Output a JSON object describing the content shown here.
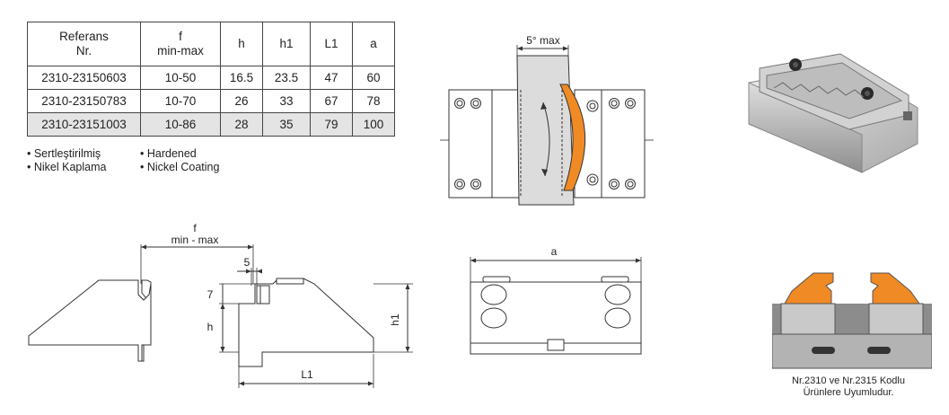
{
  "table": {
    "headers": [
      "Referans\nNr.",
      "f\nmin-max",
      "h",
      "h1",
      "L1",
      "a"
    ],
    "rows": [
      [
        "2310-23150603",
        "10-50",
        "16.5",
        "23.5",
        "47",
        "60"
      ],
      [
        "2310-23150783",
        "10-70",
        "26",
        "33",
        "67",
        "78"
      ],
      [
        "2310-23151003",
        "10-86",
        "28",
        "35",
        "79",
        "100"
      ]
    ]
  },
  "notes": {
    "tr": [
      "• Sertleştirilmiş",
      "• Nikel Kaplama"
    ],
    "en": [
      "• Hardened",
      "• Nickel Coating"
    ]
  },
  "top_diagram": {
    "angle_label": "5° max"
  },
  "side_view": {
    "f_label": "f",
    "f_sub_label": "min - max",
    "dim_5": "5",
    "dim_7": "7",
    "dim_h": "h",
    "dim_h1": "h1",
    "dim_L1": "L1"
  },
  "front_view": {
    "dim_a": "a"
  },
  "compat": {
    "caption_line1": "Nr.2310 ve Nr.2315 Kodlu",
    "caption_line2": "Ürünlere Uyumludur."
  },
  "colors": {
    "accent_orange": "#f08a24",
    "line": "#333333",
    "steel": "#cfcfcf"
  }
}
